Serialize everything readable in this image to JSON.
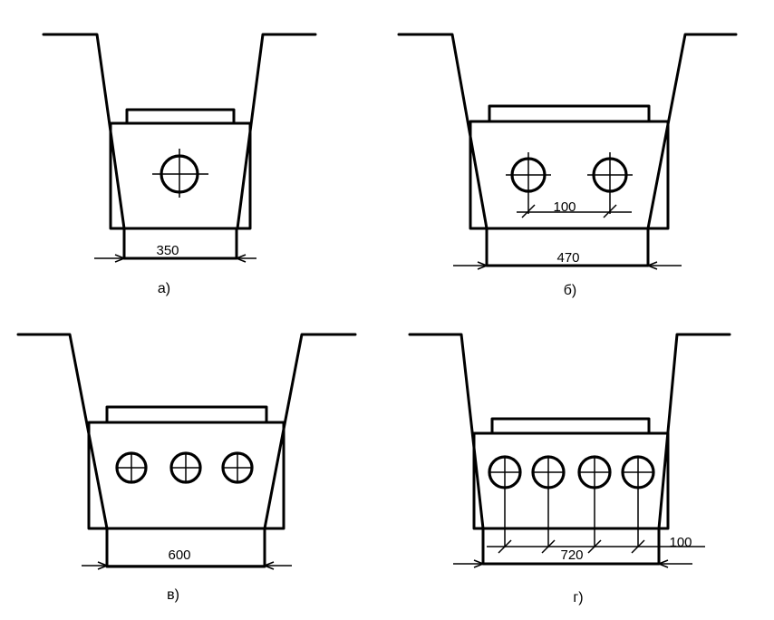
{
  "panels": [
    {
      "caption": "а)",
      "dimension": "350",
      "pipe_count": 1
    },
    {
      "caption": "б)",
      "dimension": "470",
      "spacing_label": "100",
      "pipe_count": 2
    },
    {
      "caption": "в)",
      "dimension": "600",
      "pipe_count": 3
    },
    {
      "caption": "г)",
      "dimension": "720",
      "spacing_label": "100",
      "pipe_count": 4
    }
  ]
}
